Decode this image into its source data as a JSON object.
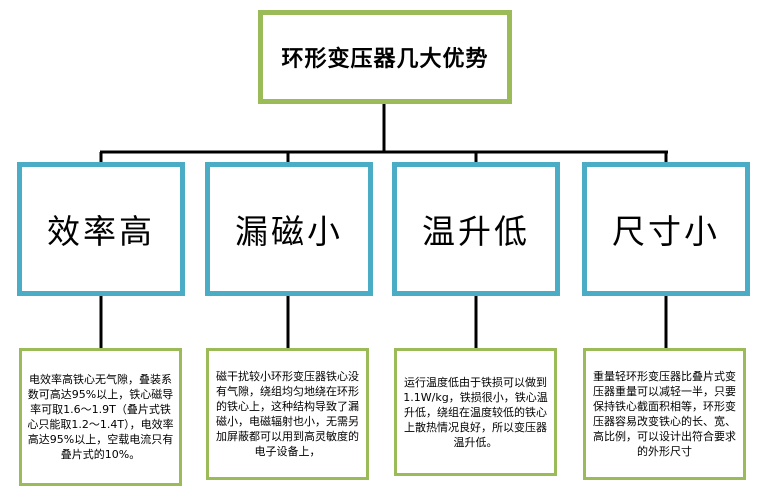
{
  "root": {
    "title": "环形变压器几大优势"
  },
  "branches": [
    {
      "title": "效率高",
      "description": "电效率高铁心无气隙，叠装系数可高达95%以上，铁心磁导率可取1.6～1.9T（叠片式铁心只能取1.2～1.4T），电效率高达95%以上，空载电流只有叠片式的10%。"
    },
    {
      "title": "漏磁小",
      "description": "磁干扰较小环形变压器铁心没有气隙，绕组均匀地绕在环形的铁心上，这种结构导致了漏磁小，电磁辐射也小，无需另加屏蔽都可以用到高灵敏度的电子设备上，"
    },
    {
      "title": "温升低",
      "description": "运行温度低由于铁损可以做到1.1W/kg，铁损很小，铁心温升低，绕组在温度较低的铁心上散热情况良好，所以变压器温升低。"
    },
    {
      "title": "尺寸小",
      "description": "重量轻环形变压器比叠片式变压器重量可以减轻一半，只要保持铁心截面积相等，环形变压器容易改变铁心的长、宽、高比例，可以设计出符合要求的外形尺寸"
    }
  ],
  "colors": {
    "root_border": "#9bbb59",
    "branch_border": "#4bacc6",
    "desc_border": "#9bbb59",
    "connector": "#000000"
  }
}
